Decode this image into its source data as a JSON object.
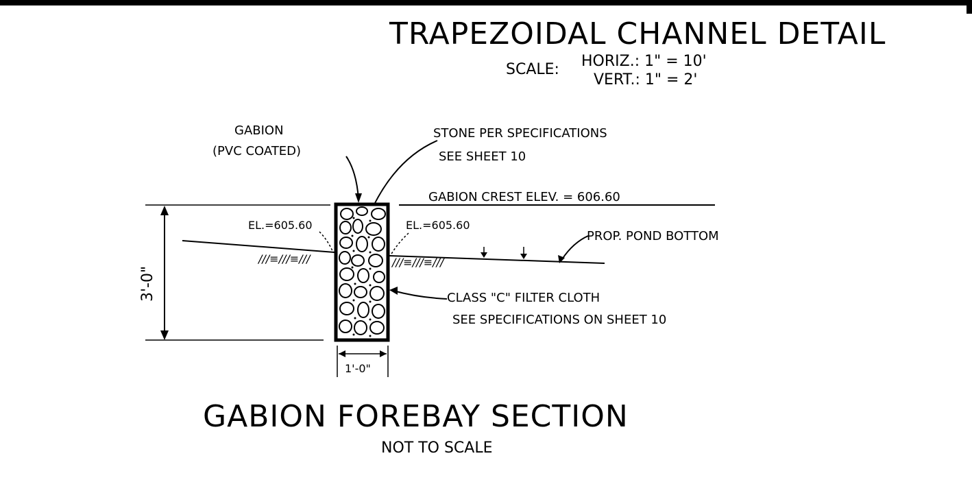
{
  "header": {
    "title": "TRAPEZOIDAL CHANNEL DETAIL",
    "scale_prefix": "SCALE:",
    "scale_horiz": "HORIZ.: 1\" = 10'",
    "scale_vert": "VERT.: 1\" = 2'"
  },
  "labels": {
    "gabion": "GABION",
    "gabion_coated": "(PVC COATED)",
    "stone_line1": "STONE PER SPECIFICATIONS",
    "stone_line2": "SEE SHEET 10",
    "crest": "GABION CREST ELEV. = 606.60",
    "el_left": "EL.=605.60",
    "el_right": "EL.=605.60",
    "pond_bottom": "PROP. POND BOTTOM",
    "filter_line1": "CLASS \"C\" FILTER CLOTH",
    "filter_line2": "SEE SPECIFICATIONS ON SHEET 10",
    "height_dim": "3'-0\"",
    "width_dim": "1'-0\""
  },
  "footer": {
    "section_title": "GABION FOREBAY SECTION",
    "note": "NOT TO SCALE"
  }
}
